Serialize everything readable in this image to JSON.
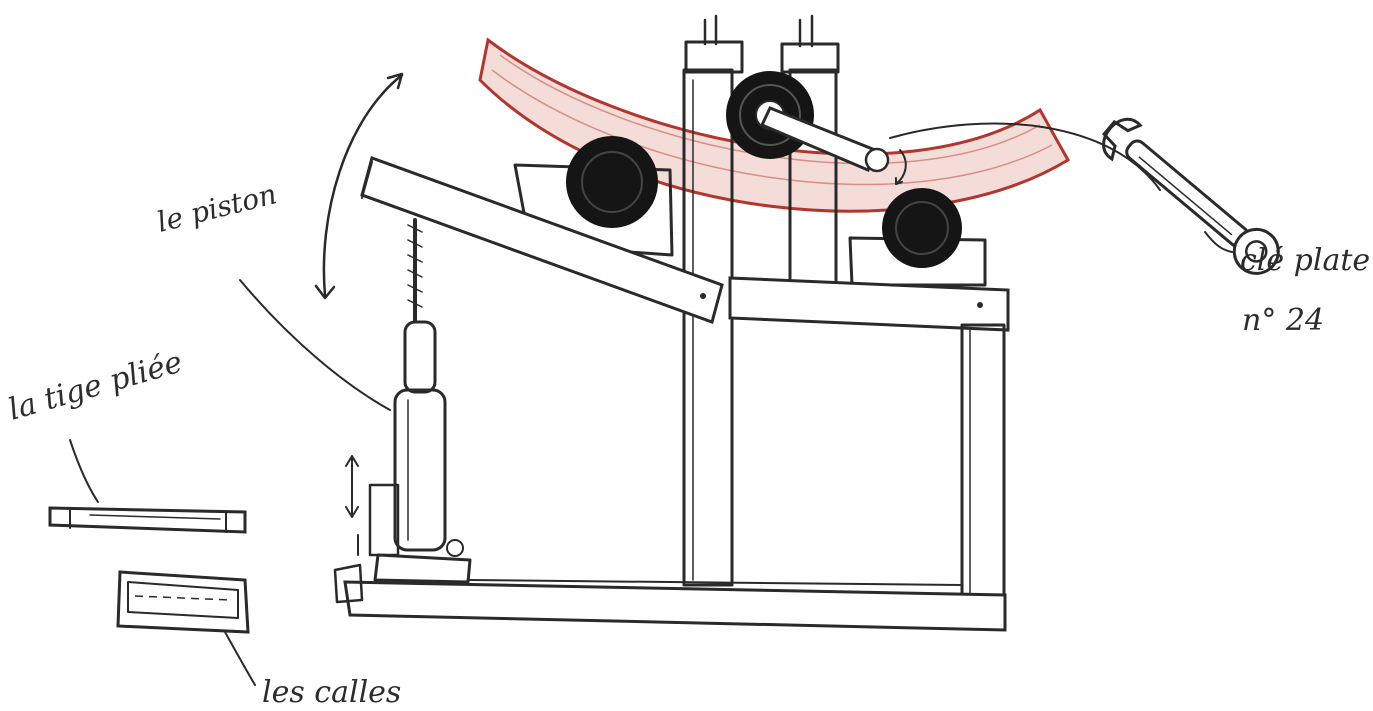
{
  "labels": {
    "piston": "le piston",
    "rod": "la tige pliée",
    "wedges": "les calles",
    "wrench": "clé plate",
    "wrench_size": "n° 24"
  },
  "colors": {
    "ink": "#2a2a2a",
    "bent_bar": "#b2362e",
    "bent_bar_fill": "#f4ddd8",
    "roller": "#151515",
    "paper": "#ffffff"
  },
  "icons": [
    "wrench-icon",
    "double-arrow-icon"
  ]
}
